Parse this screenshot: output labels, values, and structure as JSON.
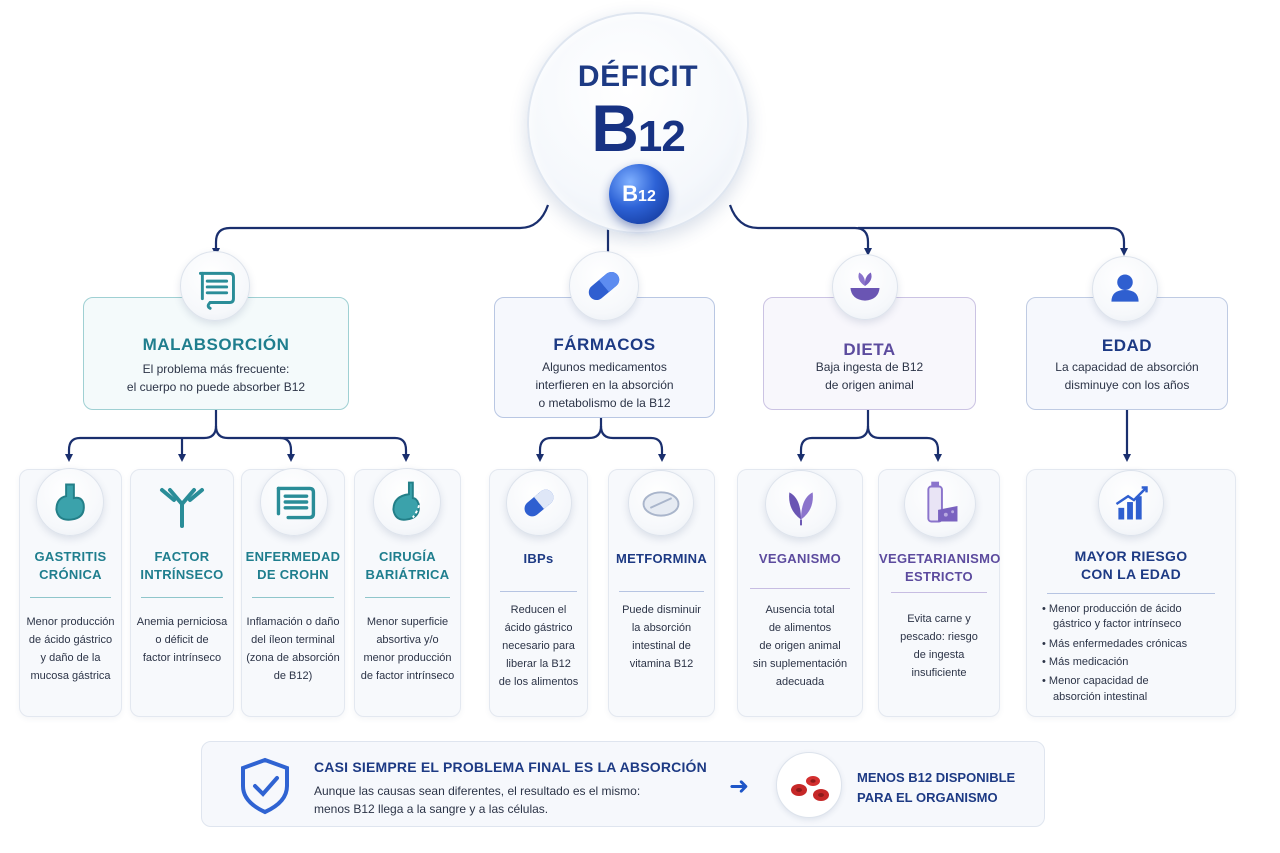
{
  "center": {
    "title": "DÉFICIT",
    "big_b": "B",
    "big_12": "12",
    "orb_b": "B",
    "orb_12": "12"
  },
  "categories": [
    {
      "title": "MALABSORCIÓN",
      "desc_line1": "El problema más frecuente:",
      "desc_line2": "el cuerpo no puede absorber B12",
      "color": "#1f7e8e",
      "icon": "intestine-icon"
    },
    {
      "title": "FÁRMACOS",
      "desc_line1": "Algunos medicamentos",
      "desc_line2": "interfieren en la absorción",
      "desc_line3": "o metabolismo de la B12",
      "color": "#1d3a84",
      "icon": "capsule-icon"
    },
    {
      "title": "DIETA",
      "desc_line1": "Baja ingesta de B12",
      "desc_line2": "de origen animal",
      "color": "#5c4b9e",
      "icon": "bowl-icon"
    },
    {
      "title": "EDAD",
      "desc_line1": "La capacidad de absorción",
      "desc_line2": "disminuye con los años",
      "color": "#1d3a84",
      "icon": "person-icon"
    }
  ],
  "subs": {
    "gastritis": {
      "title1": "GASTRITIS",
      "title2": "CRÓNICA",
      "lines": [
        "Menor producción",
        "de ácido gástrico",
        "y daño de la",
        "mucosa gástrica"
      ],
      "icon": "stomach-icon"
    },
    "factor": {
      "title1": "FACTOR",
      "title2": "INTRÍNSECO",
      "lines": [
        "Anemia perniciosa",
        "o déficit de",
        "factor intrínseco"
      ],
      "icon": "antibody-icon"
    },
    "crohn": {
      "title1": "ENFERMEDAD",
      "title2": "DE CROHN",
      "lines": [
        "Inflamación o daño",
        "del íleon terminal",
        "(zona de absorción",
        "de B12)"
      ],
      "icon": "intestine-icon"
    },
    "cirugia": {
      "title1": "CIRUGÍA",
      "title2": "BARIÁTRICA",
      "lines": [
        "Menor superficie",
        "absortiva y/o",
        "menor producción",
        "de factor intrínseco"
      ],
      "icon": "stomach-surgery-icon"
    },
    "ibps": {
      "title1": "IBPs",
      "lines": [
        "Reducen el",
        "ácido gástrico",
        "necesario para",
        "liberar la B12",
        "de los alimentos"
      ],
      "icon": "capsule-icon"
    },
    "metformina": {
      "title1": "METFORMINA",
      "lines": [
        "Puede disminuir",
        "la absorción",
        "intestinal de",
        "vitamina B12"
      ],
      "icon": "pill-icon"
    },
    "veganismo": {
      "title1": "VEGANISMO",
      "lines": [
        "Ausencia total",
        "de alimentos",
        "de origen animal",
        "sin suplementación",
        "adecuada"
      ],
      "icon": "leaf-icon"
    },
    "vegetarianismo": {
      "title1": "VEGETARIANISMO",
      "title2": "ESTRICTO",
      "lines": [
        "Evita carne y",
        "pescado: riesgo",
        "de ingesta",
        "insuficiente"
      ],
      "icon": "milk-cheese-icon"
    },
    "edad": {
      "title1": "MAYOR RIESGO",
      "title2": "CON LA EDAD",
      "bullets": [
        "Menor producción de ácido",
        "gástrico y factor intrínseco",
        "Más enfermedades crónicas",
        "Más medicación",
        "Menor capacidad de",
        "absorción intestinal"
      ],
      "icon": "bar-chart-icon"
    }
  },
  "banner": {
    "title": "CASI SIEMPRE EL PROBLEMA FINAL ES LA ABSORCIÓN",
    "text_line1": "Aunque las causas sean diferentes, el resultado es el mismo:",
    "text_line2": "menos B12 llega a la sangre y a las células.",
    "arrow": "➜",
    "right_line1": "MENOS B12 DISPONIBLE",
    "right_line2": "PARA EL ORGANISMO",
    "icons": [
      "shield-check-icon",
      "red-blood-cells-icon"
    ]
  },
  "colors": {
    "navy": "#1d3a84",
    "teal": "#1f7e8e",
    "purple": "#5c4b9e",
    "connector": "#1a2f6e"
  }
}
